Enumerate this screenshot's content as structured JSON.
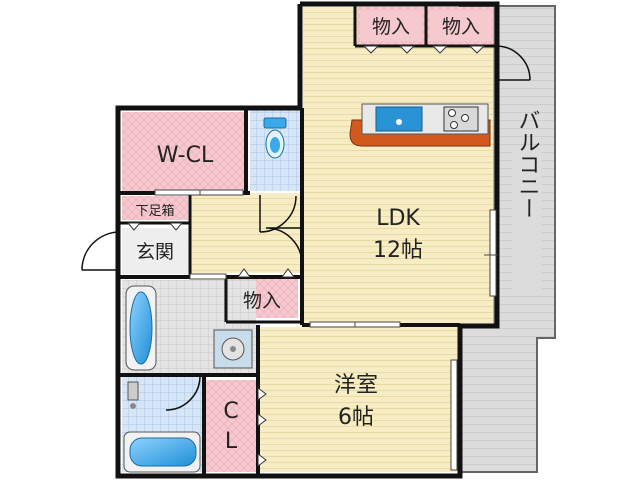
{
  "rooms": {
    "storage_top_left": "物入",
    "storage_top_right": "物入",
    "walk_in_closet": "W-CL",
    "shoe_cabinet": "下足箱",
    "entrance": "玄関",
    "storage_hall": "物入",
    "ldk_name": "LDK",
    "ldk_size": "12帖",
    "western_name": "洋室",
    "western_size": "6帖",
    "closet_line1": "C",
    "closet_line2": "L",
    "balcony": "バルコニー"
  },
  "colors": {
    "ldk_floor": "#f7edc4",
    "wcl_pink": "#f6c9cf",
    "wet_area_blue": "#d6e6f6",
    "balcony_gray": "#dcdcdc",
    "counter": "#d35a1e",
    "bathtub": "#2b9fe0",
    "wall": "#111111"
  }
}
